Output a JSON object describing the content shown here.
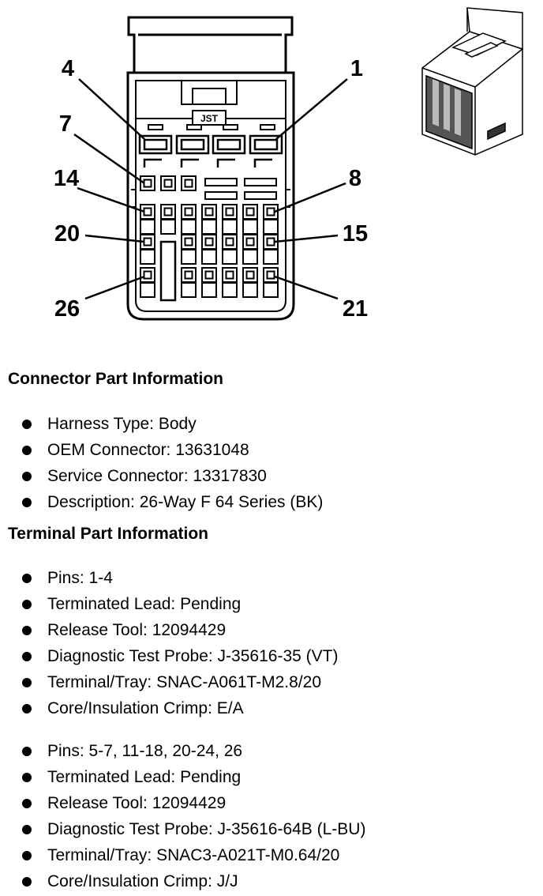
{
  "diagram": {
    "pin_callouts": [
      "4",
      "1",
      "7",
      "14",
      "8",
      "20",
      "15",
      "26",
      "21"
    ],
    "logo_text": "JST"
  },
  "connector_info": {
    "title": "Connector Part Information",
    "items": [
      "Harness Type: Body",
      "OEM Connector: 13631048",
      "Service Connector: 13317830",
      "Description: 26-Way F 64 Series (BK)"
    ]
  },
  "terminal_info": {
    "title": "Terminal Part Information",
    "groups": [
      {
        "items": [
          "Pins: 1-4",
          "Terminated Lead: Pending",
          "Release Tool: 12094429",
          "Diagnostic Test Probe: J-35616-35 (VT)",
          "Terminal/Tray: SNAC-A061T-M2.8/20",
          "Core/Insulation Crimp: E/A"
        ]
      },
      {
        "items": [
          "Pins: 5-7, 11-18, 20-24, 26",
          "Terminated Lead: Pending",
          "Release Tool: 12094429",
          "Diagnostic Test Probe: J-35616-64B (L-BU)",
          "Terminal/Tray: SNAC3-A021T-M0.64/20",
          "Core/Insulation Crimp: J/J"
        ]
      }
    ]
  }
}
